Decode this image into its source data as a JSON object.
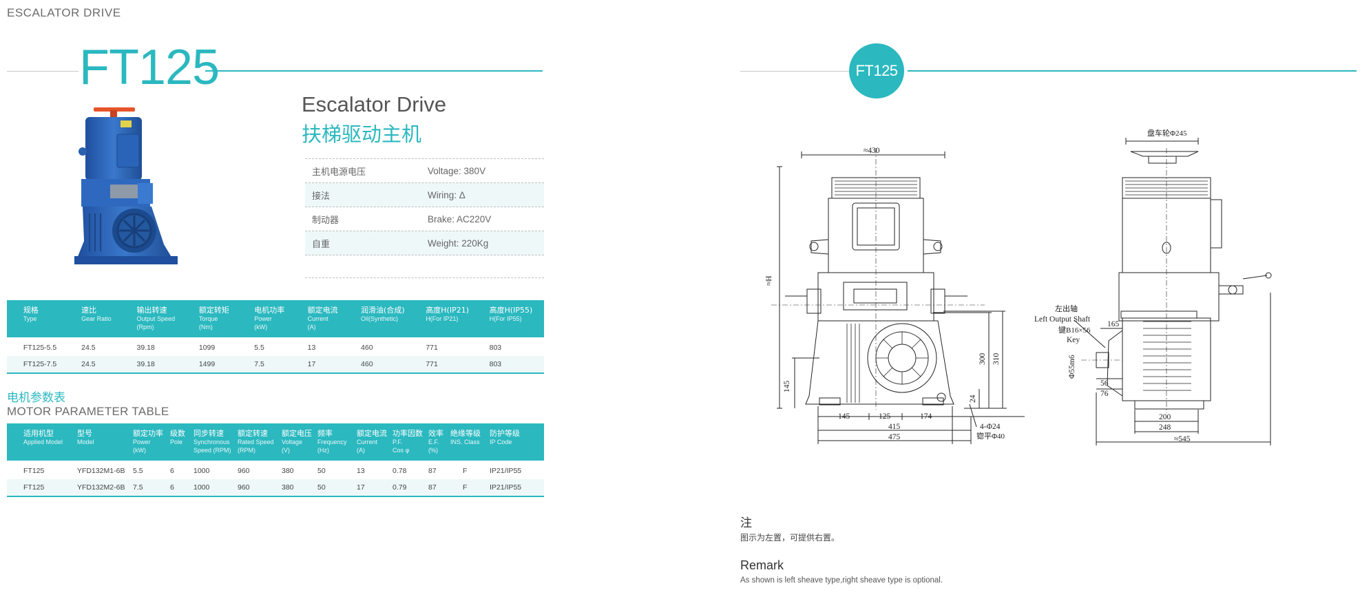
{
  "page": {
    "header_label": "ESCALATOR DRIVE",
    "model": "FT125",
    "product_name_en": "Escalator Drive",
    "product_name_cn": "扶梯驱动主机"
  },
  "specs": [
    {
      "label_cn": "主机电源电压",
      "value": "Voltage: 380V"
    },
    {
      "label_cn": "接法",
      "value": "Wiring: Δ"
    },
    {
      "label_cn": "制动器",
      "value": "Brake: AC220V"
    },
    {
      "label_cn": "自重",
      "value": "Weight: 220Kg"
    }
  ],
  "drive_table": {
    "headers": [
      {
        "cn": "规格",
        "en": "Type",
        "en2": ""
      },
      {
        "cn": "速比",
        "en": "Gear Ratio",
        "en2": ""
      },
      {
        "cn": "输出转速",
        "en": "Output Speed",
        "en2": "(Rpm)"
      },
      {
        "cn": "额定转矩",
        "en": "Torque",
        "en2": "(Nm)"
      },
      {
        "cn": "电机功率",
        "en": "Power",
        "en2": "(kW)"
      },
      {
        "cn": "额定电流",
        "en": "Current",
        "en2": "(A)"
      },
      {
        "cn": "润滑油(合成)",
        "en": "Oil(Synthetic)",
        "en2": ""
      },
      {
        "cn": "高度H(IP21)",
        "en": "H(For IP21)",
        "en2": ""
      },
      {
        "cn": "高度H(IP55)",
        "en": "H(For IP55)",
        "en2": ""
      }
    ],
    "rows": [
      [
        "FT125-5.5",
        "24.5",
        "39.18",
        "1099",
        "5.5",
        "13",
        "460",
        "771",
        "803"
      ],
      [
        "FT125-7.5",
        "24.5",
        "39.18",
        "1499",
        "7.5",
        "17",
        "460",
        "771",
        "803"
      ]
    ]
  },
  "motor_table": {
    "title_cn": "电机参数表",
    "title_en": "MOTOR PARAMETER TABLE",
    "headers": [
      {
        "cn": "适用机型",
        "en": "Applied Model",
        "en2": ""
      },
      {
        "cn": "型号",
        "en": "Model",
        "en2": ""
      },
      {
        "cn": "额定功率",
        "en": "Power",
        "en2": "(kW)"
      },
      {
        "cn": "级数",
        "en": "Pole",
        "en2": ""
      },
      {
        "cn": "同步转速",
        "en": "Synchronous",
        "en2": "Speed (RPM)"
      },
      {
        "cn": "额定转速",
        "en": "Rated Speed",
        "en2": "(RPM)"
      },
      {
        "cn": "额定电压",
        "en": "Voltage",
        "en2": "(V)"
      },
      {
        "cn": "频率",
        "en": "Frequency",
        "en2": "(Hz)"
      },
      {
        "cn": "额定电流",
        "en": "Current",
        "en2": "(A)"
      },
      {
        "cn": "功率因数",
        "en": "P.F.",
        "en2": "Cos φ"
      },
      {
        "cn": "效率",
        "en": "E.F.",
        "en2": "(%)"
      },
      {
        "cn": "绝缘等级",
        "en": "INS. Class",
        "en2": ""
      },
      {
        "cn": "防护等级",
        "en": "IP Code",
        "en2": ""
      }
    ],
    "rows": [
      [
        "FT125",
        "YFD132M1-6B",
        "5.5",
        "6",
        "1000",
        "960",
        "380",
        "50",
        "13",
        "0.78",
        "87",
        "F",
        "IP21/IP55"
      ],
      [
        "FT125",
        "YFD132M2-6B",
        "7.5",
        "6",
        "1000",
        "960",
        "380",
        "50",
        "17",
        "0.79",
        "87",
        "F",
        "IP21/IP55"
      ]
    ]
  },
  "drawing": {
    "model_badge": "FT125",
    "front_labels": {
      "width_top": "≈430",
      "height": "≈H",
      "dim_145v": "145",
      "dim_300": "300",
      "dim_310": "310",
      "dim_24": "24",
      "dim_145": "145",
      "dim_125": "125",
      "dim_174": "174",
      "dim_415": "415",
      "dim_475": "475",
      "holes": "4-Φ24",
      "counterbore": "锪平Φ40"
    },
    "side_labels": {
      "handwheel": "盘车轮Φ245",
      "left_shaft_cn": "左出轴",
      "left_shaft_en": "Left Output Shaft",
      "key_cn": "键B16×56",
      "key_en": "Key",
      "shaft_dia": "Φ55m6",
      "dim_165": "165",
      "dim_56": "56",
      "dim_76": "76",
      "dim_200": "200",
      "dim_248": "248",
      "dim_545": "≈545"
    }
  },
  "notes": {
    "cn_heading": "注",
    "cn_text": "图示为左置，可提供右置。",
    "en_heading": "Remark",
    "en_text": "As shown is left sheave type,right sheave type is optional."
  },
  "colors": {
    "accent": "#2bb8bf",
    "alt_row": "#eef8f9",
    "product_blue": "#2d63b8"
  }
}
